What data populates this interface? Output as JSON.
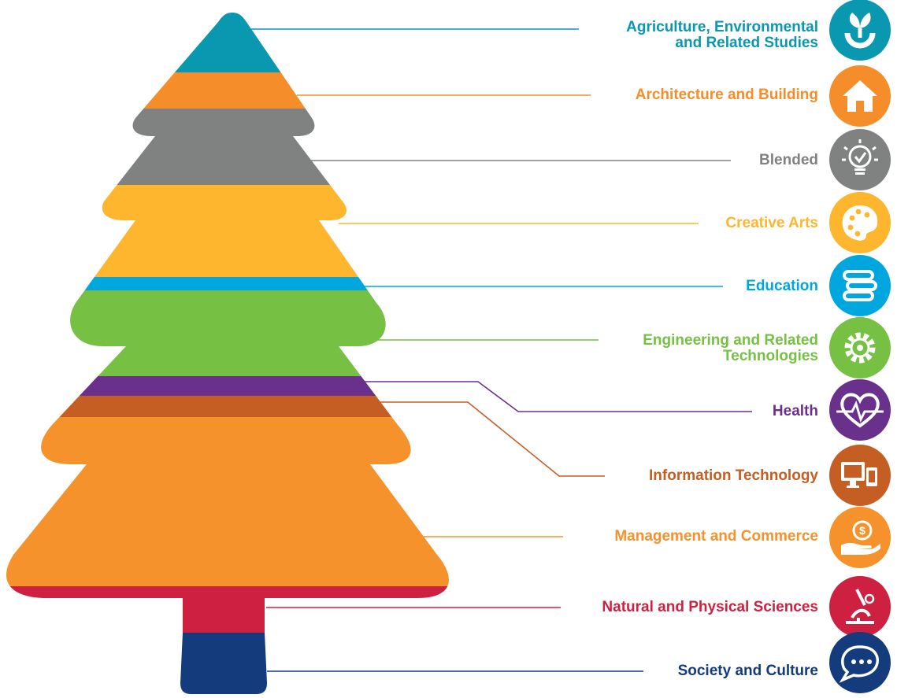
{
  "categories": [
    {
      "id": "agriculture",
      "lines": [
        "Agriculture, Environmental",
        "and Related Studies"
      ],
      "color": "#0A97B0",
      "icon": "sprout-icon"
    },
    {
      "id": "architecture",
      "lines": [
        "Architecture and Building"
      ],
      "color": "#F58E2A",
      "icon": "house-icon"
    },
    {
      "id": "blended",
      "lines": [
        "Blended"
      ],
      "color": "#808181",
      "icon": "lightbulb-icon"
    },
    {
      "id": "creative-arts",
      "lines": [
        "Creative Arts"
      ],
      "color": "#FDB62D",
      "icon": "palette-icon"
    },
    {
      "id": "education",
      "lines": [
        "Education"
      ],
      "color": "#00A6DE",
      "icon": "books-icon"
    },
    {
      "id": "engineering",
      "lines": [
        "Engineering and Related",
        "Technologies"
      ],
      "color": "#76C043",
      "icon": "gear-icon"
    },
    {
      "id": "health",
      "lines": [
        "Health"
      ],
      "color": "#6A318C",
      "icon": "heartbeat-icon"
    },
    {
      "id": "information-technology",
      "lines": [
        "Information Technology"
      ],
      "color": "#C55E23",
      "icon": "devices-icon"
    },
    {
      "id": "management",
      "lines": [
        "Management and Commerce"
      ],
      "color": "#F5922B",
      "icon": "money-hand-icon"
    },
    {
      "id": "natural-sciences",
      "lines": [
        "Natural and Physical Sciences"
      ],
      "color": "#CE2141",
      "icon": "microscope-icon"
    },
    {
      "id": "society",
      "lines": [
        "Society and Culture"
      ],
      "color": "#143B7C",
      "icon": "speech-bubble-icon"
    }
  ]
}
